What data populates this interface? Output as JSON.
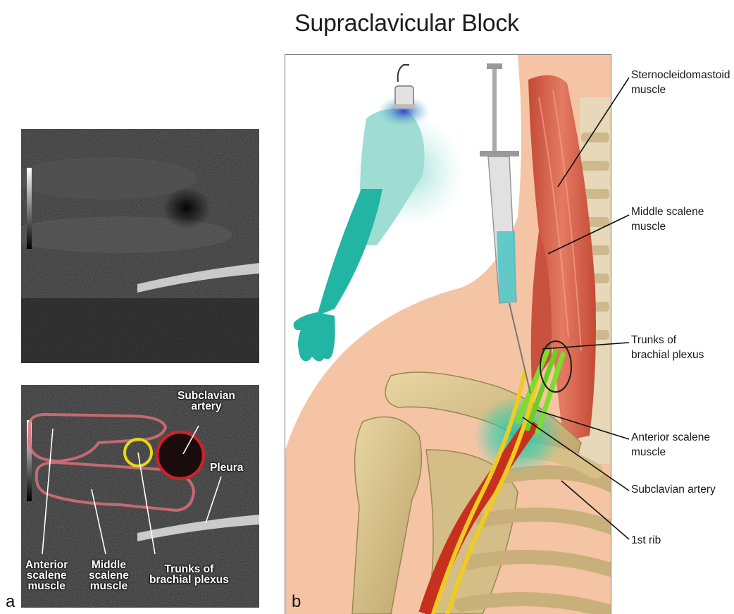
{
  "title": "Supraclavicular Block",
  "panel_a": {
    "letter": "a",
    "labels": {
      "subclavian_artery": "Subclavian\nartery",
      "pleura": "Pleura",
      "anterior_scalene": "Anterior\nscalene\nmuscle",
      "middle_scalene": "Middle\nscalene\nmuscle",
      "trunks": "Trunks of\nbrachial plexus"
    },
    "colors": {
      "scalene_outline": "#d9707a",
      "plexus_outline": "#e8d817",
      "artery_outline": "#c8242c"
    }
  },
  "panel_b": {
    "letter": "b",
    "labels": {
      "scm": "Sternocleidomastoid\nmuscle",
      "middle_scalene": "Middle scalene\nmuscle",
      "trunks": "Trunks of\nbrachial plexus",
      "anterior_scalene": "Anterior scalene\nmuscle",
      "subclavian_artery": "Subclavian artery",
      "first_rib": "1st rib"
    },
    "colors": {
      "skin": "#f4c4a4",
      "bone": "#d9c38e",
      "muscle": "#d9604c",
      "anesthetic": "#2ec4b0",
      "nerve": "#7fdc2a",
      "artery": "#c8301e"
    }
  }
}
